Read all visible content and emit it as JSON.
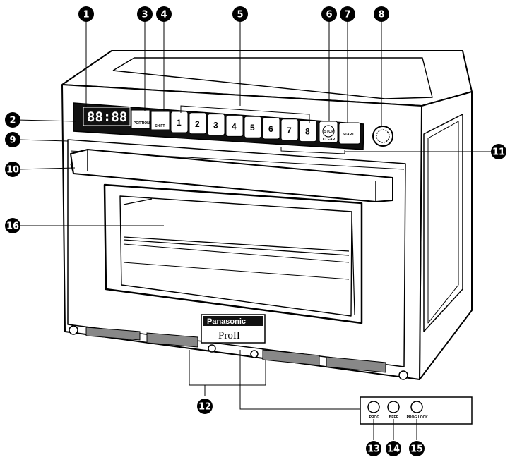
{
  "callouts": [
    {
      "label": "1"
    },
    {
      "label": "2"
    },
    {
      "label": "3"
    },
    {
      "label": "4"
    },
    {
      "label": "5"
    },
    {
      "label": "6"
    },
    {
      "label": "7"
    },
    {
      "label": "8"
    },
    {
      "label": "9"
    },
    {
      "label": "10"
    },
    {
      "label": "11"
    },
    {
      "label": "12"
    },
    {
      "label": "13"
    },
    {
      "label": "14"
    },
    {
      "label": "15"
    },
    {
      "label": "16"
    }
  ],
  "keypad": {
    "number_keys": [
      "1",
      "2",
      "3",
      "4",
      "5",
      "6",
      "7",
      "8"
    ],
    "stop_label": "STOP",
    "stop_sub_label": "CLEAR",
    "start_label": "START",
    "portion_label": "PORTION",
    "shift_label": "SHIFT",
    "display_digits": "88:88"
  },
  "brand_plate": {
    "name": "Panasonic",
    "model": "ProII"
  },
  "rear_panel": {
    "buttons": [
      "PROG",
      "BEEP",
      "PROG LOCK"
    ]
  }
}
